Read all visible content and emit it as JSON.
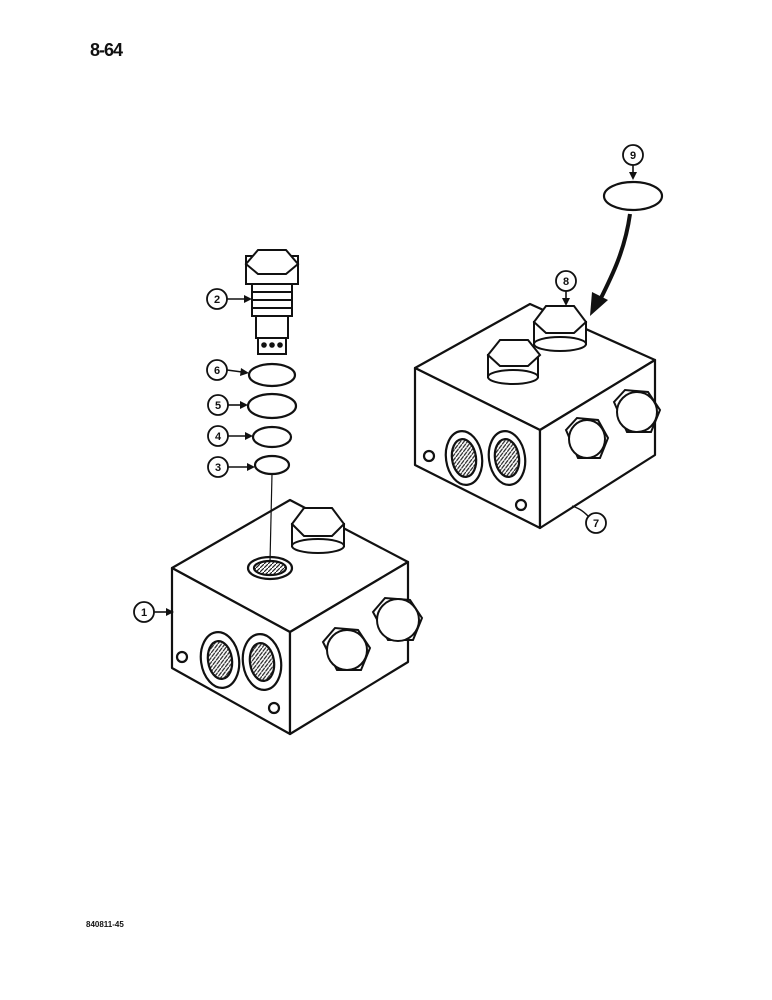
{
  "page_number": "8-64",
  "figure_id": "840811-45",
  "callouts": [
    {
      "id": "1",
      "part": "valve-body"
    },
    {
      "id": "2",
      "part": "cartridge-valve"
    },
    {
      "id": "3",
      "part": "o-ring"
    },
    {
      "id": "4",
      "part": "o-ring"
    },
    {
      "id": "5",
      "part": "o-ring"
    },
    {
      "id": "6",
      "part": "o-ring"
    },
    {
      "id": "7",
      "part": "valve-body"
    },
    {
      "id": "8",
      "part": "plug"
    },
    {
      "id": "9",
      "part": "o-ring"
    }
  ]
}
